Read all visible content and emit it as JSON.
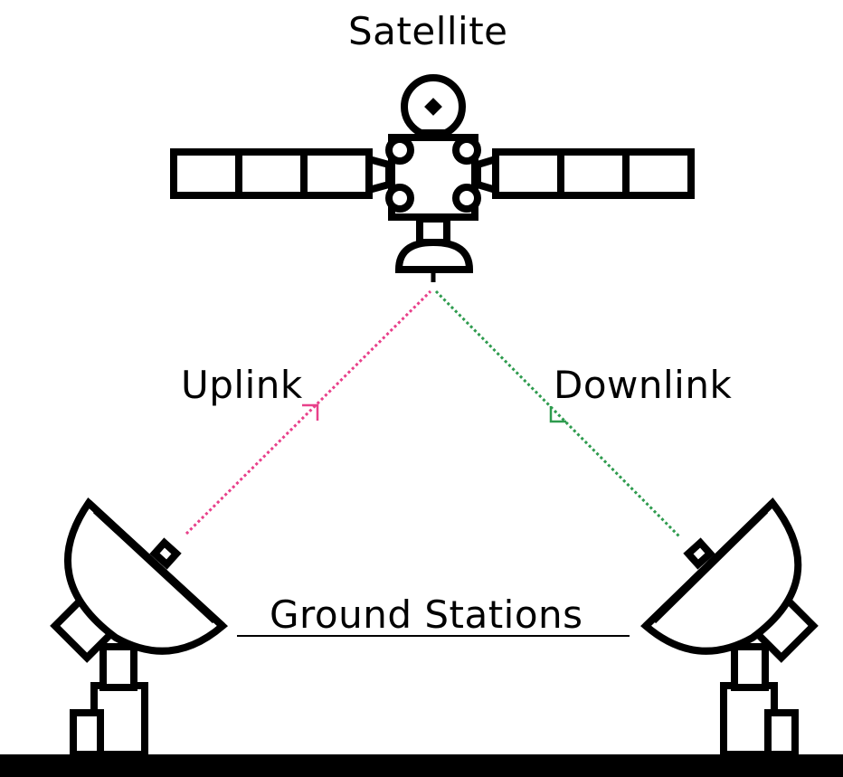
{
  "labels": {
    "satellite": "Satellite",
    "uplink": "Uplink",
    "downlink": "Downlink",
    "ground_stations": "Ground Stations"
  },
  "colors": {
    "ink": "#000000",
    "uplink": "#e8408a",
    "downlink": "#2e9b4e",
    "background": "#ffffff"
  },
  "icons": [
    "satellite-icon",
    "left-dish-antenna-icon",
    "right-dish-antenna-icon"
  ]
}
